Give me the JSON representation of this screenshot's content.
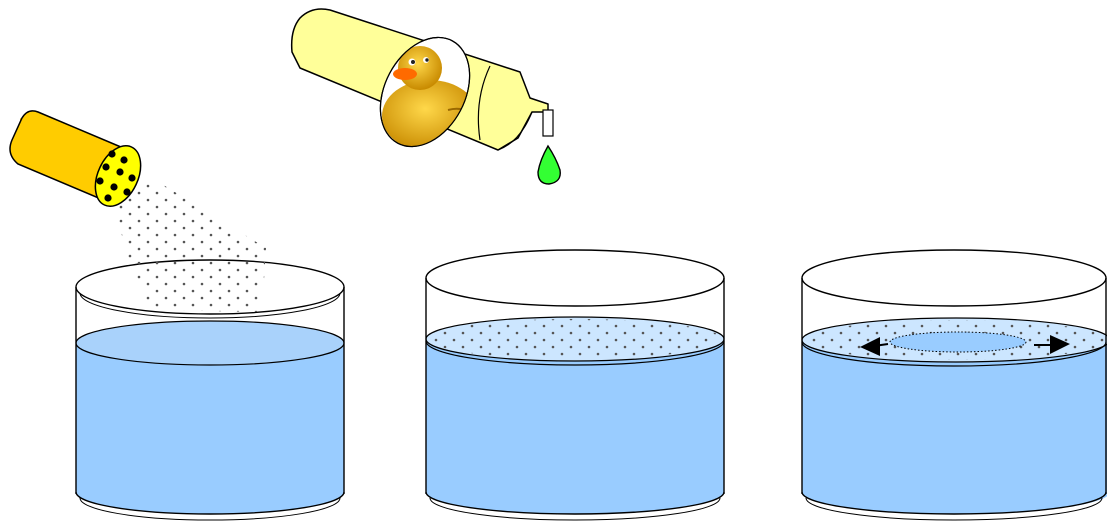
{
  "colors": {
    "water_side": "#99ccff",
    "water_surface": "#a9d2fb",
    "powder_surface": "#cce6ff",
    "shaker_body": "#ffcc00",
    "shaker_cap": "#ffff00",
    "bottle_body": "#ffff99",
    "drop": "#33ff33",
    "duck": "#e8a80c",
    "duck_beak": "#ff6a00",
    "outline": "#000000",
    "powder_dot": "#555555"
  },
  "icons": {
    "shaker": "pepper-shaker-icon",
    "bottle": "soap-bottle-icon",
    "duck": "rubber-duck-icon",
    "drop": "soap-drop-icon",
    "arrow_left": "arrow-left-icon",
    "arrow_right": "arrow-right-icon"
  },
  "steps": [
    {
      "id": "beaker-1",
      "state": "water",
      "powder_falling": true
    },
    {
      "id": "beaker-2",
      "state": "water-with-powder"
    },
    {
      "id": "beaker-3",
      "state": "powder-spreading"
    }
  ]
}
